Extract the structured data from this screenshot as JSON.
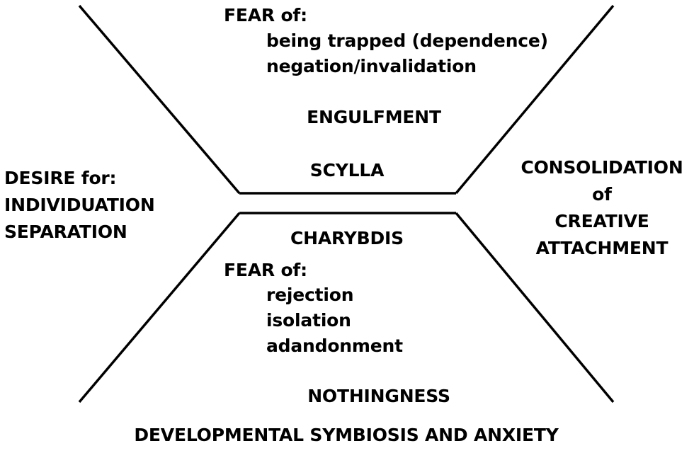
{
  "top": {
    "fear_label": "FEAR of:",
    "fears": [
      "being trapped (dependence)",
      "negation/invalidation"
    ],
    "engulfment": "ENGULFMENT",
    "scylla": "SCYLLA"
  },
  "bottom": {
    "charybdis": "CHARYBDIS",
    "fear_label": "FEAR of:",
    "fears": [
      "rejection",
      "isolation",
      "adandonment"
    ],
    "nothingness": "NOTHINGNESS"
  },
  "left": {
    "lines": [
      "DESIRE for:",
      "INDIVIDUATION",
      "SEPARATION"
    ]
  },
  "right": {
    "lines": [
      "CONSOLIDATION",
      "of",
      "CREATIVE",
      "ATTACHMENT"
    ]
  },
  "caption": "DEVELOPMENTAL SYMBIOSIS AND ANXIETY"
}
